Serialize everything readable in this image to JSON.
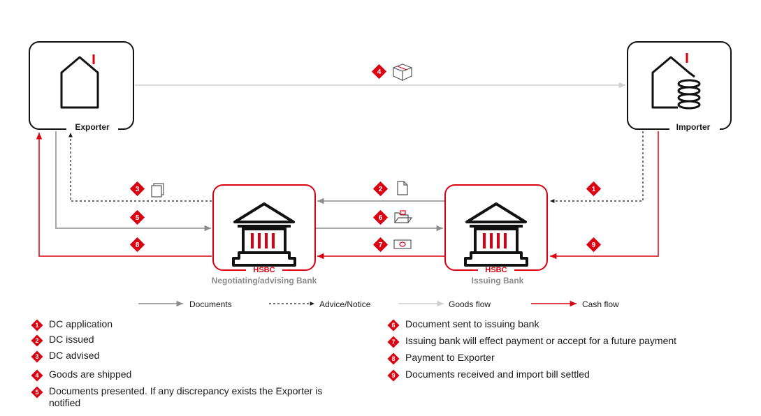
{
  "nodes": {
    "exporter": "Exporter",
    "importer": "Importer",
    "negotiating_bank_brand": "HSBC",
    "negotiating_bank_name": "Negotiating/advising Bank",
    "issuing_bank_brand": "HSBC",
    "issuing_bank_name": "Issuing  Bank"
  },
  "badges": [
    "1",
    "2",
    "3",
    "4",
    "5",
    "6",
    "7",
    "8",
    "9"
  ],
  "legend": {
    "documents": "Documents",
    "advice": "Advice/Notice",
    "goods": "Goods flow",
    "cash": "Cash flow"
  },
  "steps": [
    {
      "num": "1",
      "text": "DC application"
    },
    {
      "num": "2",
      "text": "DC issued"
    },
    {
      "num": "3",
      "text": "DC advised"
    },
    {
      "num": "4",
      "text": "Goods are shipped"
    },
    {
      "num": "5",
      "text": "Documents presented. If any discrepancy exists the Exporter is notified"
    },
    {
      "num": "6",
      "text": "Document sent to issuing bank"
    },
    {
      "num": "7",
      "text": "Issuing bank will effect payment or accept for a future  payment"
    },
    {
      "num": "8",
      "text": "Payment to Exporter"
    },
    {
      "num": "9",
      "text": "Documents received and import bill settled"
    }
  ],
  "colors": {
    "accent_red": "#db0011",
    "documents_line": "#8c8c8c",
    "goods_line": "#cfcfcf",
    "advice_line": "#1a1a1a"
  }
}
